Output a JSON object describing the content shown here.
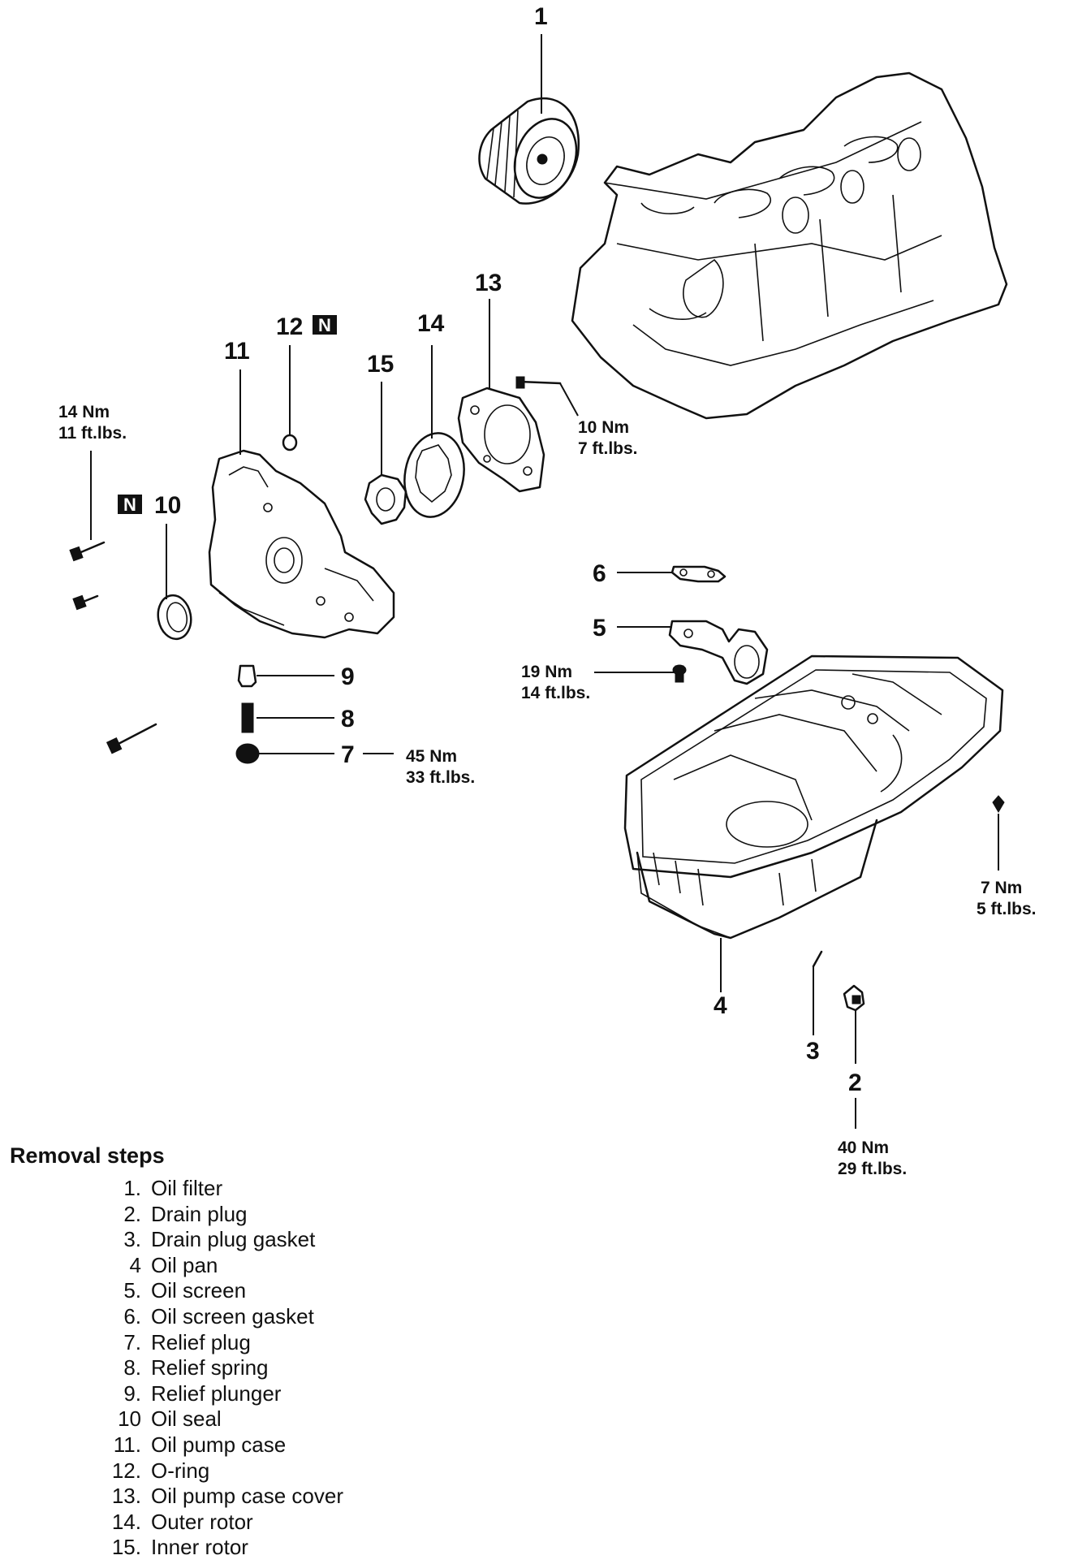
{
  "callouts": {
    "c1": "1",
    "c2": "2",
    "c3": "3",
    "c4": "4",
    "c5": "5",
    "c6": "6",
    "c7": "7",
    "c8": "8",
    "c9": "9",
    "c10": "10",
    "c11": "11",
    "c12": "12",
    "c13": "13",
    "c14": "14",
    "c15": "15"
  },
  "badges": {
    "b12": "N",
    "b10": "N"
  },
  "torques": {
    "t14_nm": "14 Nm",
    "t14_ft": "11 ft.lbs.",
    "t10_nm": "10 Nm",
    "t10_ft": "7 ft.lbs.",
    "t19_nm": "19 Nm",
    "t19_ft": "14 ft.lbs.",
    "t45_nm": "45 Nm",
    "t45_ft": "33 ft.lbs.",
    "t7_nm": "7 Nm",
    "t7_ft": "5 ft.lbs.",
    "t40_nm": "40 Nm",
    "t40_ft": "29 ft.lbs."
  },
  "removal": {
    "title": "Removal steps",
    "steps": [
      {
        "num": "1.",
        "text": "Oil filter"
      },
      {
        "num": "2.",
        "text": "Drain plug"
      },
      {
        "num": "3.",
        "text": "Drain plug gasket"
      },
      {
        "num": "4",
        "text": "Oil pan"
      },
      {
        "num": "5.",
        "text": "Oil screen"
      },
      {
        "num": "6.",
        "text": "Oil screen gasket"
      },
      {
        "num": "7.",
        "text": "Relief plug"
      },
      {
        "num": "8.",
        "text": "Relief spring"
      },
      {
        "num": "9.",
        "text": "Relief plunger"
      },
      {
        "num": "10",
        "text": "Oil seal"
      },
      {
        "num": "11.",
        "text": "Oil pump case"
      },
      {
        "num": "12.",
        "text": "O-ring"
      },
      {
        "num": "13.",
        "text": "Oil pump case cover"
      },
      {
        "num": "14.",
        "text": "Outer rotor"
      },
      {
        "num": "15.",
        "text": "Inner rotor"
      }
    ]
  }
}
